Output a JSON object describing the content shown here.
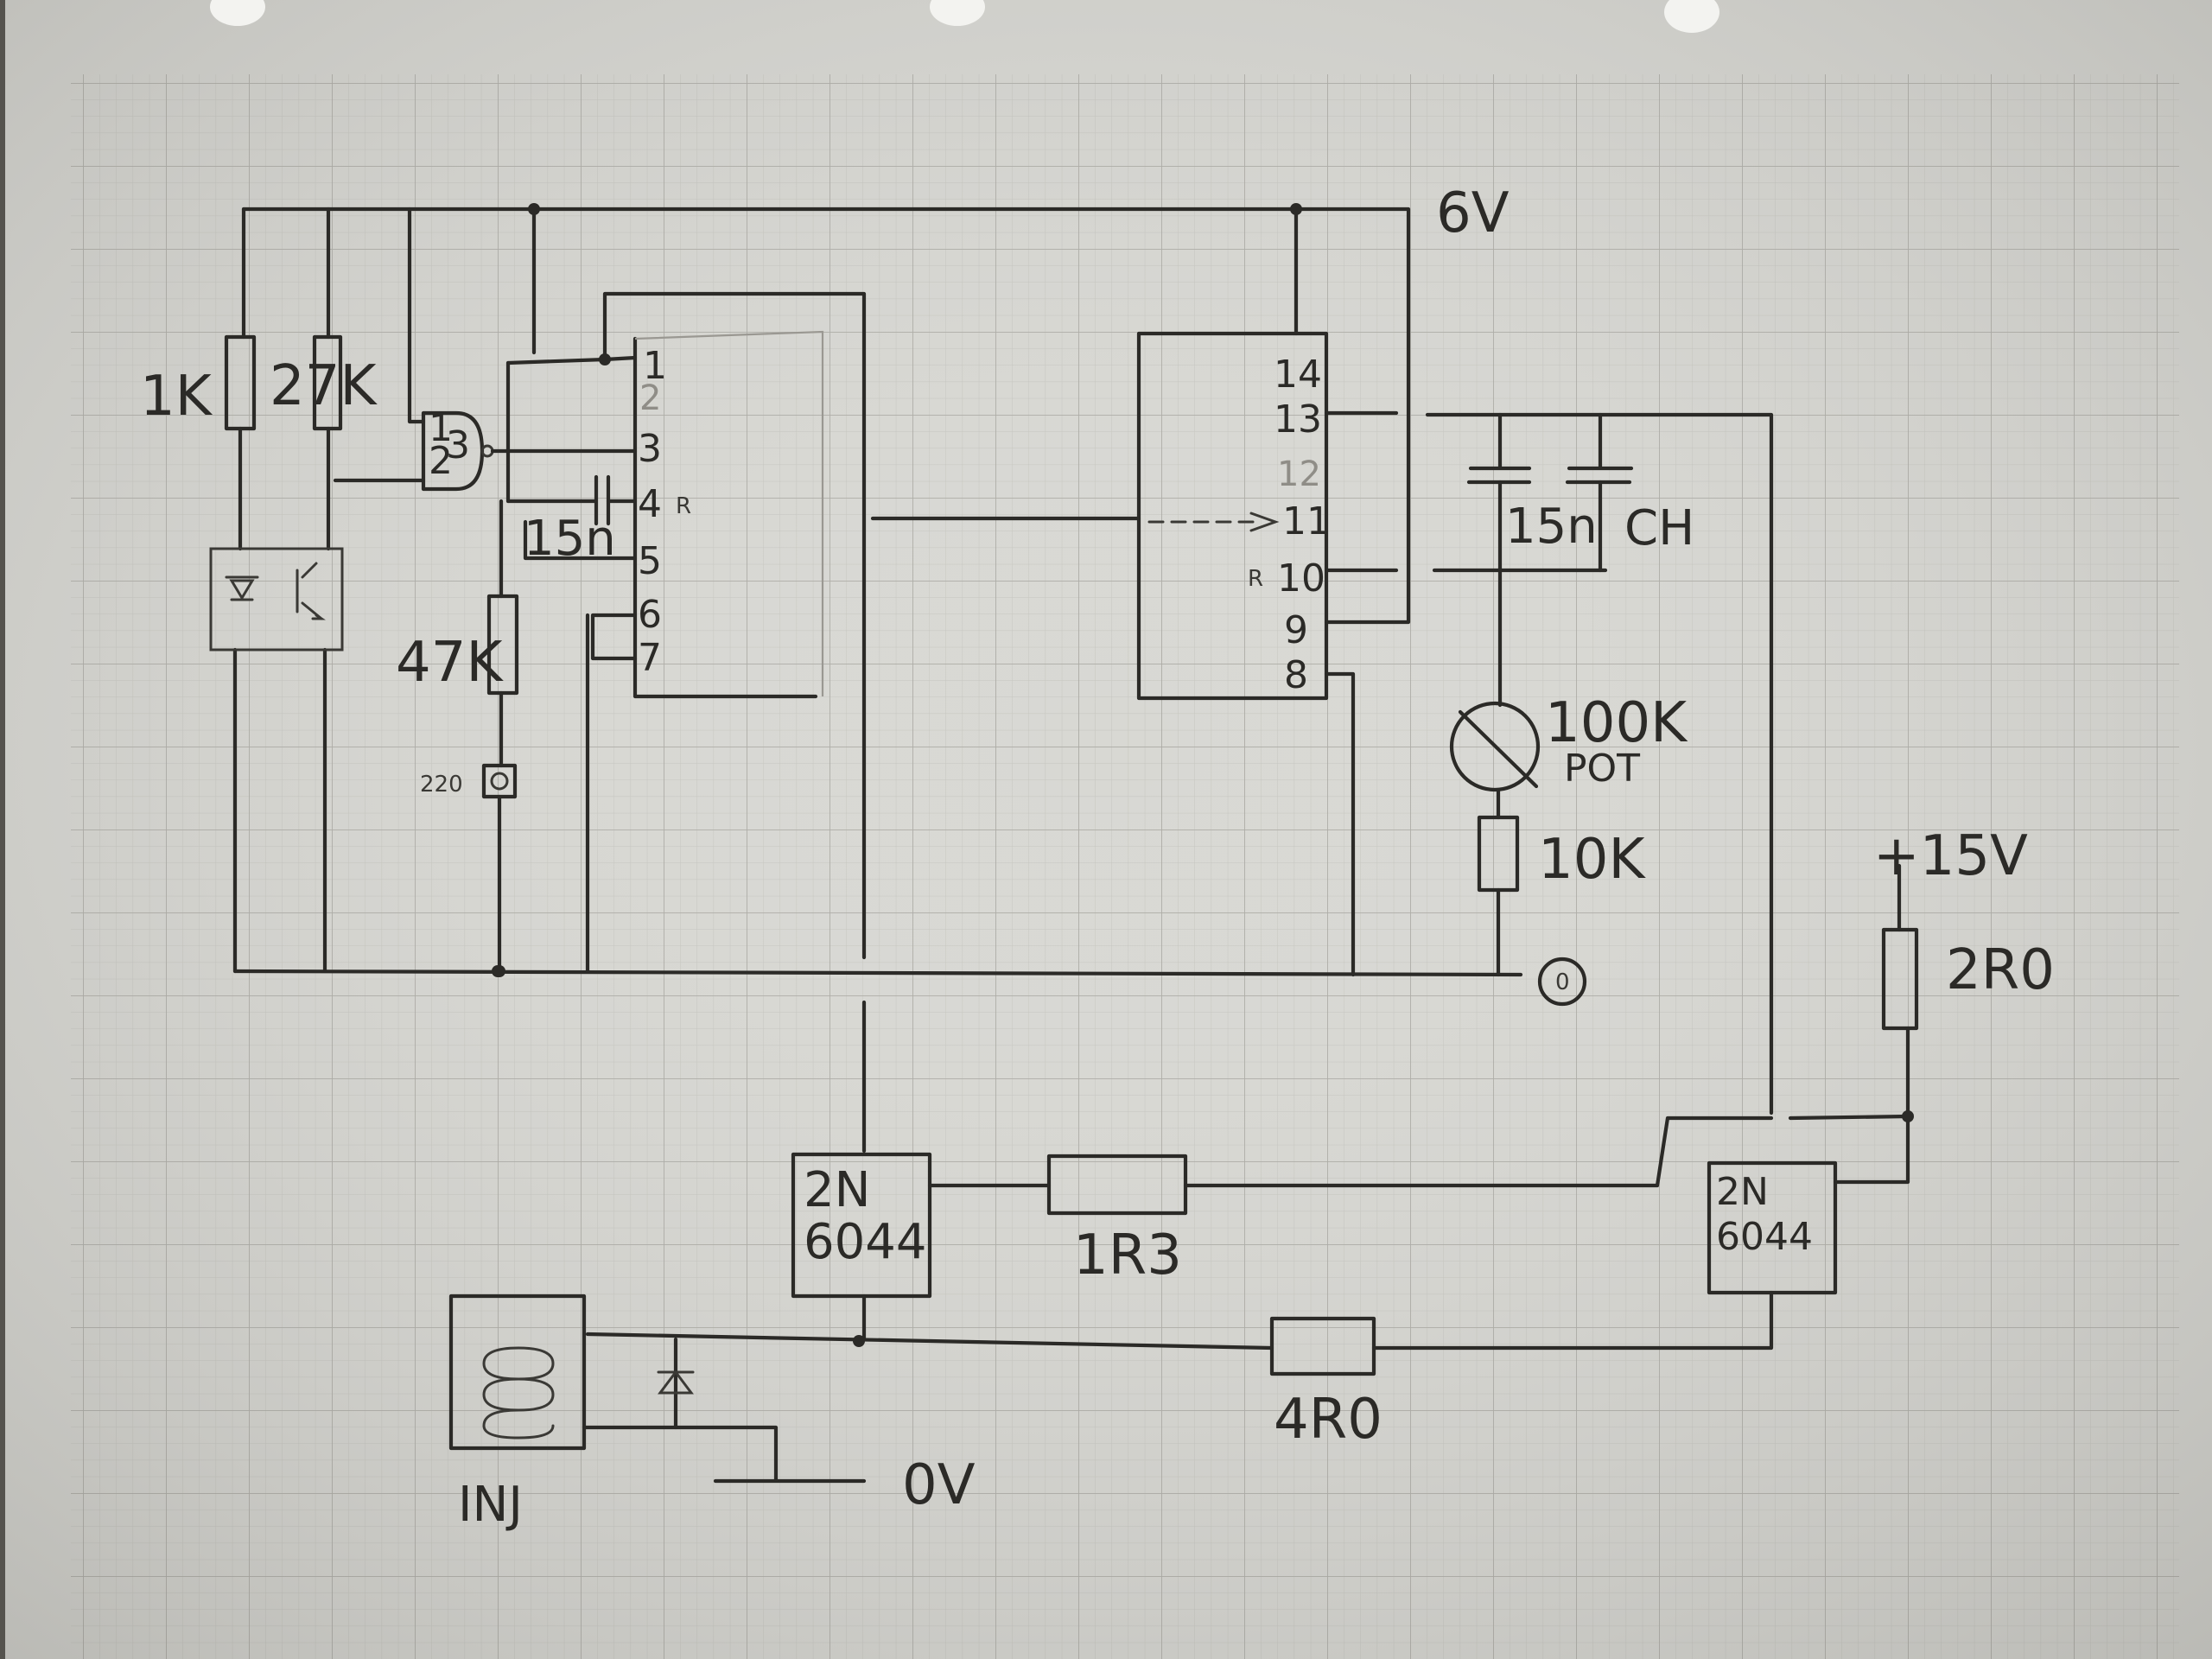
{
  "diagram": {
    "supply_label": "6V",
    "ground_label": "0",
    "input_resistors": {
      "r1": "1K",
      "r2": "27K"
    },
    "gate_pins": {
      "in1": "1",
      "in2": "2",
      "out": "3"
    },
    "timer_resistor": "47K",
    "timer_resistor_small": "220",
    "timer_cap": "15n",
    "ic1_pins": [
      "1",
      "2",
      "3",
      "4",
      "5",
      "6",
      "7"
    ],
    "ic1_pin4_mark": "R",
    "ic2_pins": [
      "14",
      "13",
      "12",
      "11",
      "10",
      "9",
      "8"
    ],
    "ic2_pin10_mark": "R",
    "cap1": "15n",
    "cap2": "CH",
    "pot_value": "100K",
    "pot_label": "POT",
    "trim_resistor": "10K",
    "supply15_label": "+15V",
    "r_2r0": "2R0",
    "transistor_left": {
      "line1": "2N",
      "line2": "6044"
    },
    "transistor_right": {
      "line1": "2N",
      "line2": "6044"
    },
    "r_1r3": "1R3",
    "r_4r0": "4R0",
    "injector_label": "INJ",
    "ground2_label": "0V"
  },
  "colors": {
    "paper": "#d6d6d1",
    "grid_minor": "#c2c2bc",
    "grid_major": "#adada6",
    "ink": "#2b2a27",
    "background": "#8e8c86"
  }
}
